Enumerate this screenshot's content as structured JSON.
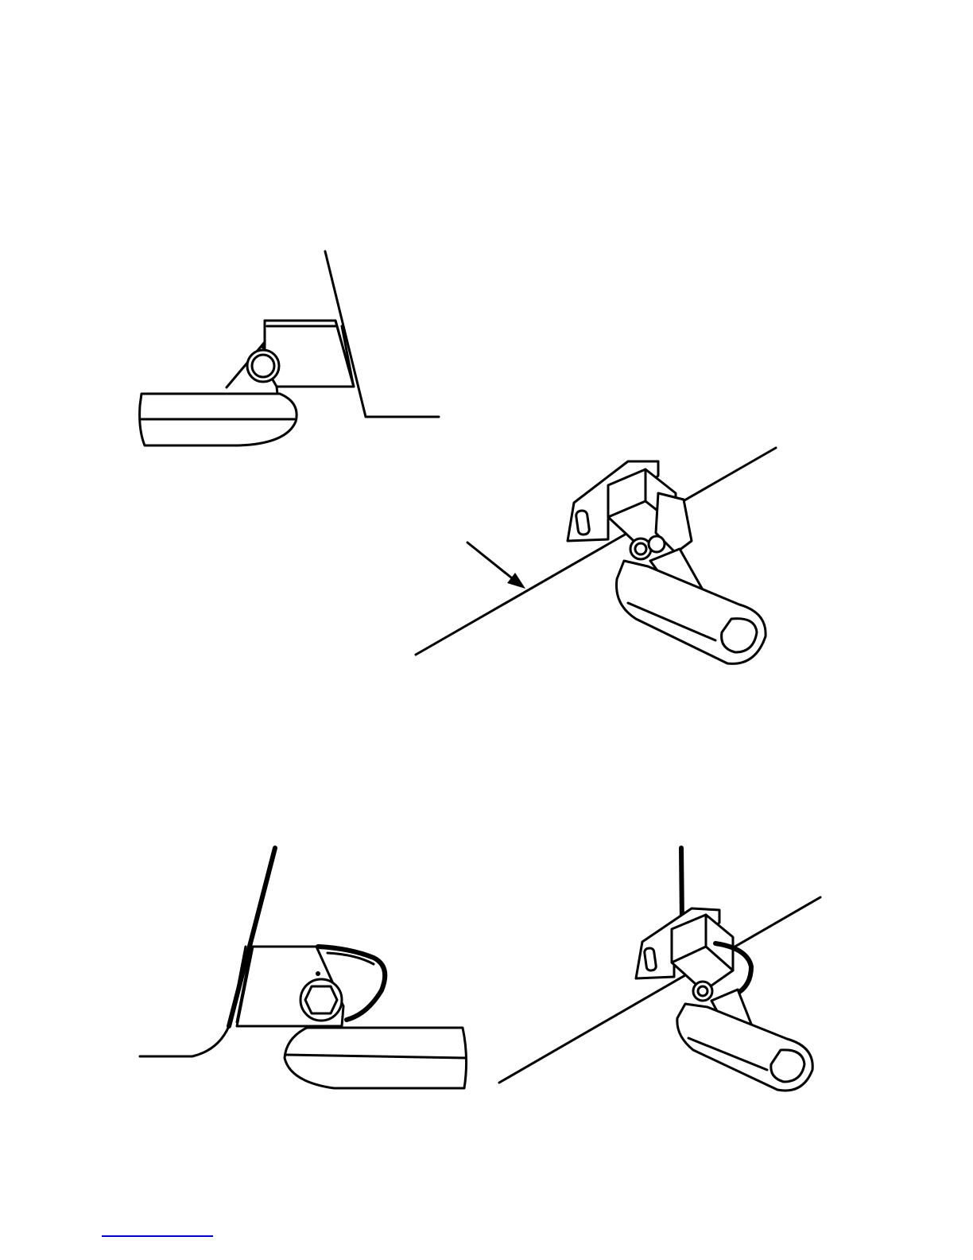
{
  "figures": [
    {
      "id": "fig-1",
      "icon": "transducer-side-view-icon"
    },
    {
      "id": "fig-2",
      "icon": "transducer-perspective-view-icon",
      "pointer": "arrow-icon"
    },
    {
      "id": "fig-3",
      "icon": "transducer-side-view-with-cable-icon"
    },
    {
      "id": "fig-4",
      "icon": "transducer-perspective-view-with-cable-icon"
    }
  ],
  "colors": {
    "ink": "#000000",
    "paper": "#ffffff",
    "footnote_rule": "#0000cc"
  }
}
